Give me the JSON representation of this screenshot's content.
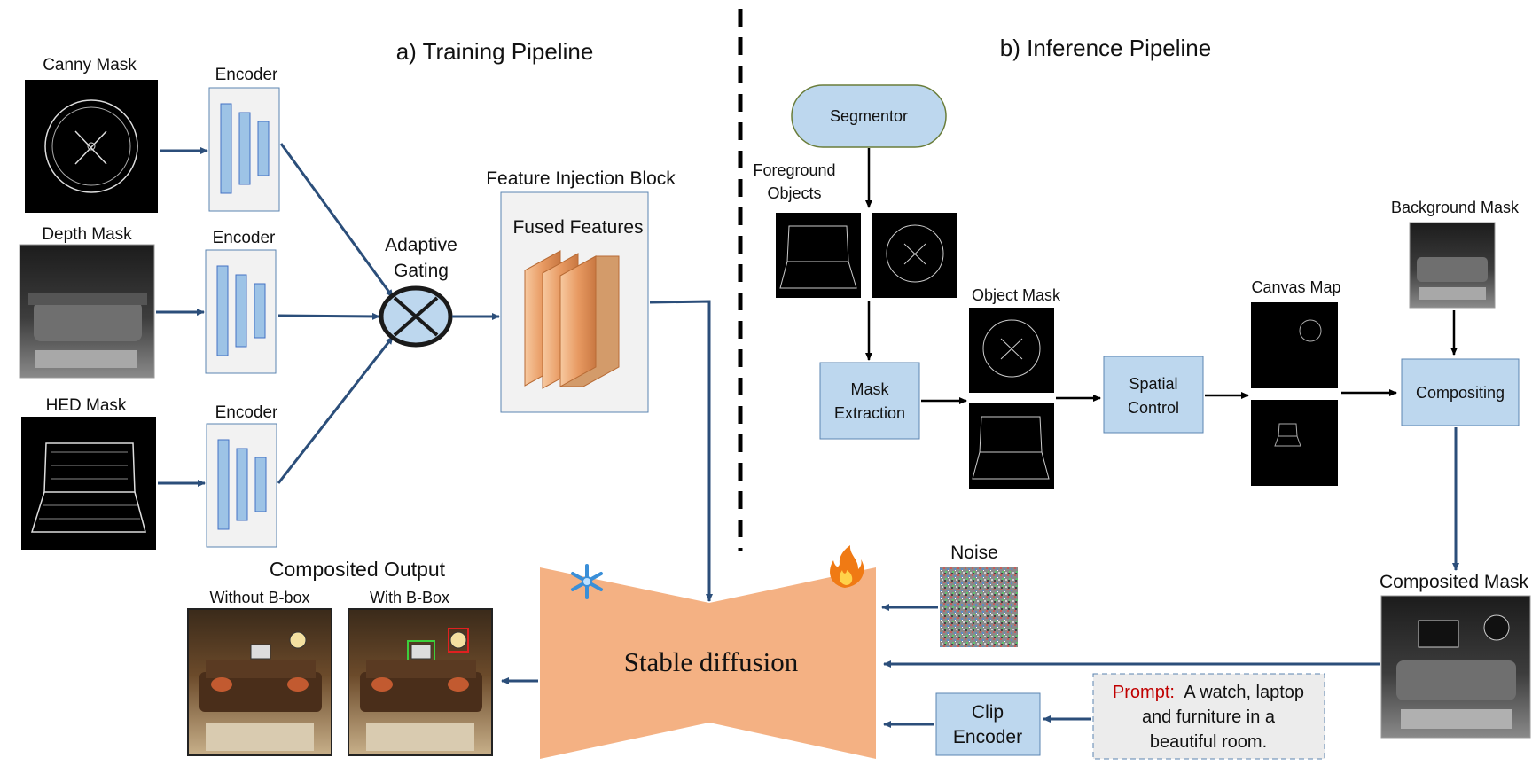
{
  "training": {
    "title": "a) Training Pipeline",
    "canny_label": "Canny Mask",
    "depth_label": "Depth Mask",
    "hed_label": "HED Mask",
    "encoder_label": "Encoder",
    "gating_line1": "Adaptive",
    "gating_line2": "Gating",
    "fib_title": "Feature Injection Block",
    "fused_label": "Fused Features",
    "output_title": "Composited Output",
    "without_label": "Without B-box",
    "with_label": "With B-Box"
  },
  "inference": {
    "title": "b) Inference Pipeline",
    "segmentor": "Segmentor",
    "foreground_line1": "Foreground",
    "foreground_line2": "Objects",
    "object_mask": "Object Mask",
    "mask_line1": "Mask",
    "mask_line2": "Extraction",
    "spatial_line1": "Spatial",
    "spatial_line2": "Control",
    "canvas_map": "Canvas Map",
    "background_mask": "Background Mask",
    "compositing": "Compositing",
    "composited_mask": "Composited Mask",
    "noise": "Noise",
    "clip_line1": "Clip",
    "clip_line2": "Encoder",
    "prompt_key": "Prompt:",
    "prompt_line1": "A watch, laptop",
    "prompt_line2": "and furniture in a",
    "prompt_line3": "beautiful room."
  },
  "core": {
    "stable_diffusion": "Stable diffusion"
  },
  "icons": {
    "frozen": "snowflake-icon",
    "trainable": "fire-icon"
  },
  "colors": {
    "arrow_blue": "#2b4e7a",
    "box_blue": "#bdd7ee",
    "box_border": "#5b84b1",
    "unet_fill": "#f4b183",
    "prompt_key": "#c00000"
  }
}
